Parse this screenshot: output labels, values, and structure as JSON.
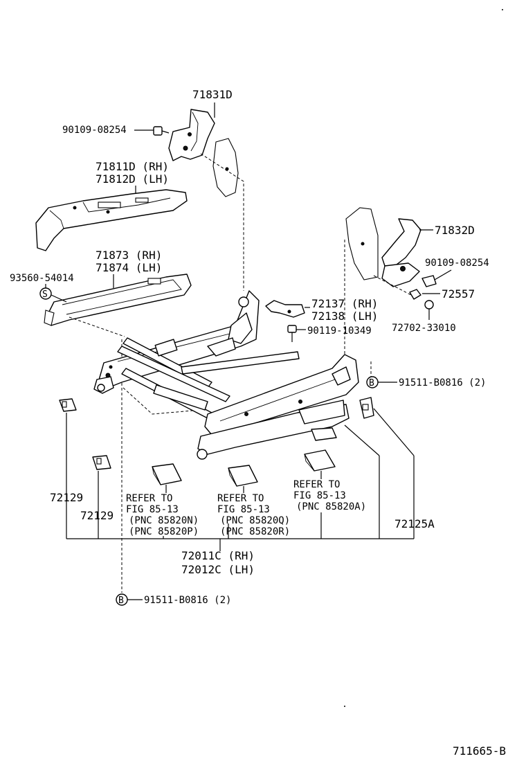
{
  "labels": {
    "p71831D": "71831D",
    "p90109_a": "90109-08254",
    "p71811D": "71811D (RH)",
    "p71812D": "71812D (LH)",
    "p71873": "71873 (RH)",
    "p71874": "71874 (LH)",
    "p93560": "93560-54014",
    "s_marker": "S",
    "p71832D": "71832D",
    "p90109_b": "90109-08254",
    "p72557": "72557",
    "p72702": "72702-33010",
    "p72137": "72137 (RH)",
    "p72138": "72138 (LH)",
    "p90119": "90119-10349",
    "b_marker_right": "B",
    "p91511_right": "91511-B0816 (2)",
    "p72129_a": "72129",
    "p72129_b": "72129",
    "ref1_l1": "REFER TO",
    "ref1_l2": "FIG 85-13",
    "ref1_l3": "(PNC 85820N)",
    "ref1_l4": "(PNC 85820P)",
    "ref2_l1": "REFER TO",
    "ref2_l2": "FIG 85-13",
    "ref2_l3": "(PNC 85820Q)",
    "ref2_l4": "(PNC 85820R)",
    "ref3_l1": "REFER TO",
    "ref3_l2": "FIG 85-13",
    "ref3_l3": "(PNC 85820A)",
    "p72125A": "72125A",
    "p72011C": "72011C (RH)",
    "p72012C": "72012C (LH)",
    "b_marker_bottom": "B",
    "p91511_bottom": "91511-B0816 (2)",
    "figure_id": "711665-B"
  }
}
